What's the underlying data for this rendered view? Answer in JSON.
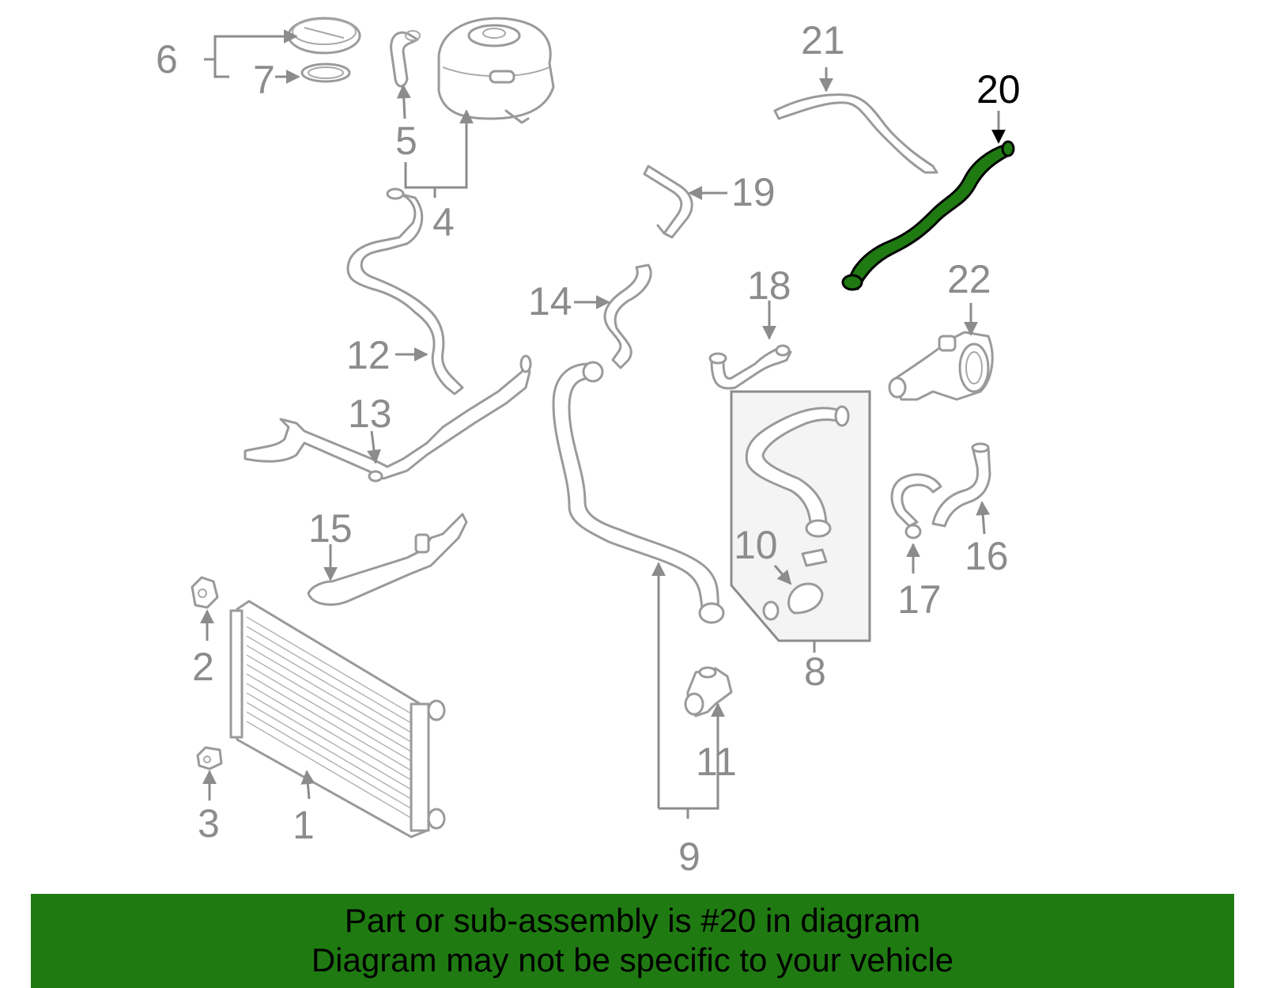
{
  "diagram": {
    "labels": [
      "1",
      "2",
      "3",
      "4",
      "5",
      "6",
      "7",
      "8",
      "9",
      "10",
      "11",
      "12",
      "13",
      "14",
      "15",
      "16",
      "17",
      "18",
      "19",
      "20",
      "21",
      "22"
    ],
    "highlighted_part": "20",
    "colors": {
      "highlight": "#1f7a12",
      "parts": "#9a9a9a",
      "labels": "#8c8c8c",
      "banner": "#1f7a12"
    }
  },
  "banner": {
    "line1": "Part or sub-assembly is #20 in diagram",
    "line2": "Diagram may not be specific to your vehicle"
  }
}
